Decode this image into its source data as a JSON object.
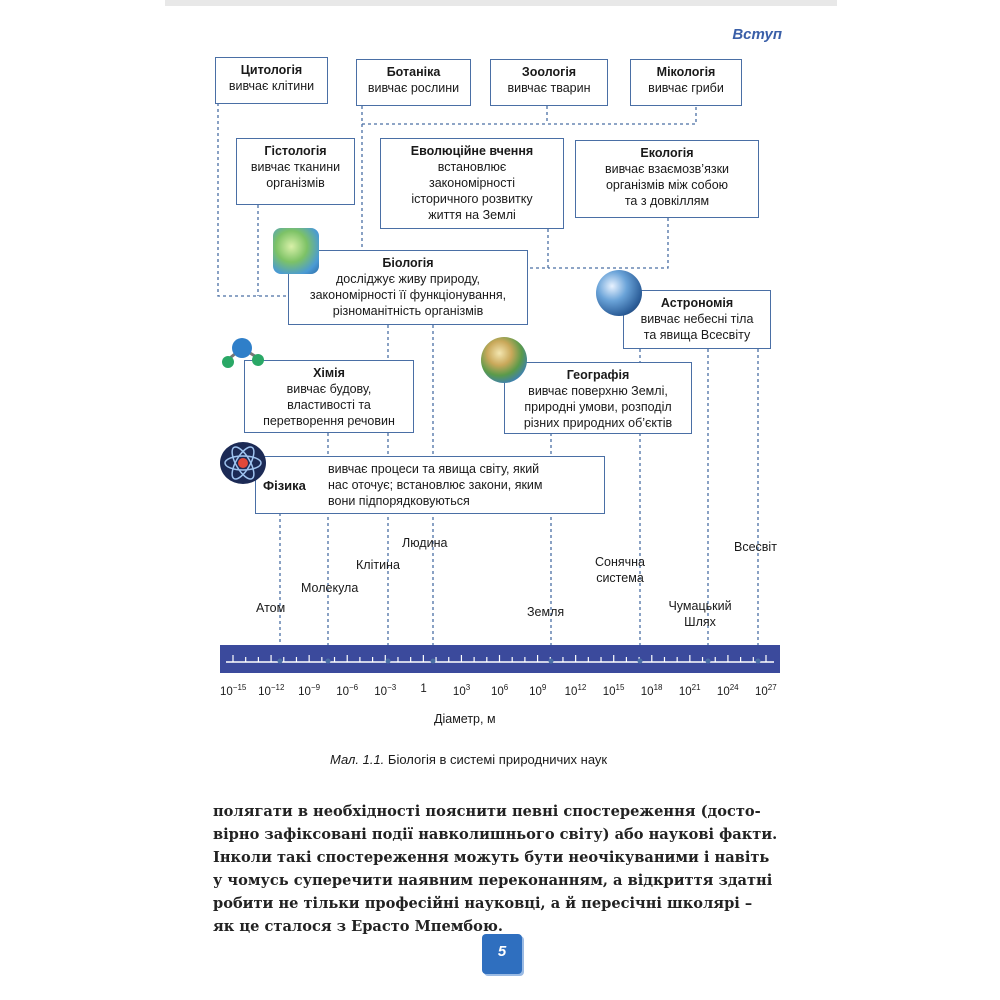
{
  "header": {
    "section": "Вступ"
  },
  "boxes": {
    "cytology": {
      "title": "Цитологія",
      "desc": "вивчає клітини"
    },
    "botany": {
      "title": "Ботаніка",
      "desc": "вивчає рослини"
    },
    "zoology": {
      "title": "Зоологія",
      "desc": "вивчає тварин"
    },
    "mycology": {
      "title": "Мікологія",
      "desc": "вивчає гриби"
    },
    "histology": {
      "title": "Гістологія",
      "desc1": "вивчає тканини",
      "desc2": "організмів"
    },
    "evolution": {
      "title": "Еволюційне вчення",
      "desc1": "встановлює",
      "desc2": "закономірності",
      "desc3": "історичного розвитку",
      "desc4": "життя на Землі"
    },
    "ecology": {
      "title": "Екологія",
      "desc1": "вивчає взаємозв’язки",
      "desc2": "організмів між собою",
      "desc3": "та з довкіллям"
    },
    "biology": {
      "title": "Біологія",
      "desc1": "досліджує живу природу,",
      "desc2": "закономірності її функціонування,",
      "desc3": "різноманітність організмів"
    },
    "astronomy": {
      "title": "Астрономія",
      "desc1": "вивчає небесні тіла",
      "desc2": "та явища Всесвіту"
    },
    "chemistry": {
      "title": "Хімія",
      "desc1": "вивчає будову,",
      "desc2": "властивості та",
      "desc3": "перетворення речовин"
    },
    "geography": {
      "title": "Географія",
      "desc1": "вивчає поверхню Землі,",
      "desc2": "природні умови, розподіл",
      "desc3": "різних природних об’єктів"
    },
    "physics": {
      "title": "Фізика",
      "desc1": "вивчає процеси та явища світу, який",
      "desc2": "нас оточує; встановлює закони, яким",
      "desc3": "вони підпорядковуються"
    }
  },
  "icons": [
    "earth-globe-icon",
    "planet-earth-icon",
    "molecule-icon",
    "globe-icon",
    "atom-icon"
  ],
  "scale_objects": {
    "atom": "Атом",
    "molecule": "Молекула",
    "cell": "Клітина",
    "human": "Людина",
    "earth": "Земля",
    "solar_system_1": "Сонячна",
    "solar_system_2": "система",
    "milky_way_1": "Чумацький",
    "milky_way_2": "Шлях",
    "universe": "Всесвіт"
  },
  "axis": {
    "title": "Діаметр, м",
    "ticks": [
      {
        "base": "10",
        "exp": "−15"
      },
      {
        "base": "10",
        "exp": "−12"
      },
      {
        "base": "10",
        "exp": "−9"
      },
      {
        "base": "10",
        "exp": "−6"
      },
      {
        "base": "10",
        "exp": "−3"
      },
      {
        "base": "1",
        "exp": ""
      },
      {
        "base": "10",
        "exp": "3"
      },
      {
        "base": "10",
        "exp": "6"
      },
      {
        "base": "10",
        "exp": "9"
      },
      {
        "base": "10",
        "exp": "12"
      },
      {
        "base": "10",
        "exp": "15"
      },
      {
        "base": "10",
        "exp": "18"
      },
      {
        "base": "10",
        "exp": "21"
      },
      {
        "base": "10",
        "exp": "24"
      },
      {
        "base": "10",
        "exp": "27"
      }
    ],
    "bar_color": "#3b4a9c"
  },
  "caption": {
    "label": "Мал. 1.1.",
    "text": " Біологія в системі природничих наук"
  },
  "paragraph": [
    "полягати в необхідності пояснити певні спостереження (досто-",
    "вірно зафіксовані події навколишнього світу) або наукові факти.",
    "Інколи такі спостереження можуть бути неочікуваними і навіть",
    "у чомусь суперечити наявним переконанням, а відкриття здатні",
    "робити не тільки професійні науковці, а й пересічні школярі –",
    "як це сталося з Ерасто Мпембою."
  ],
  "page_number": "5"
}
